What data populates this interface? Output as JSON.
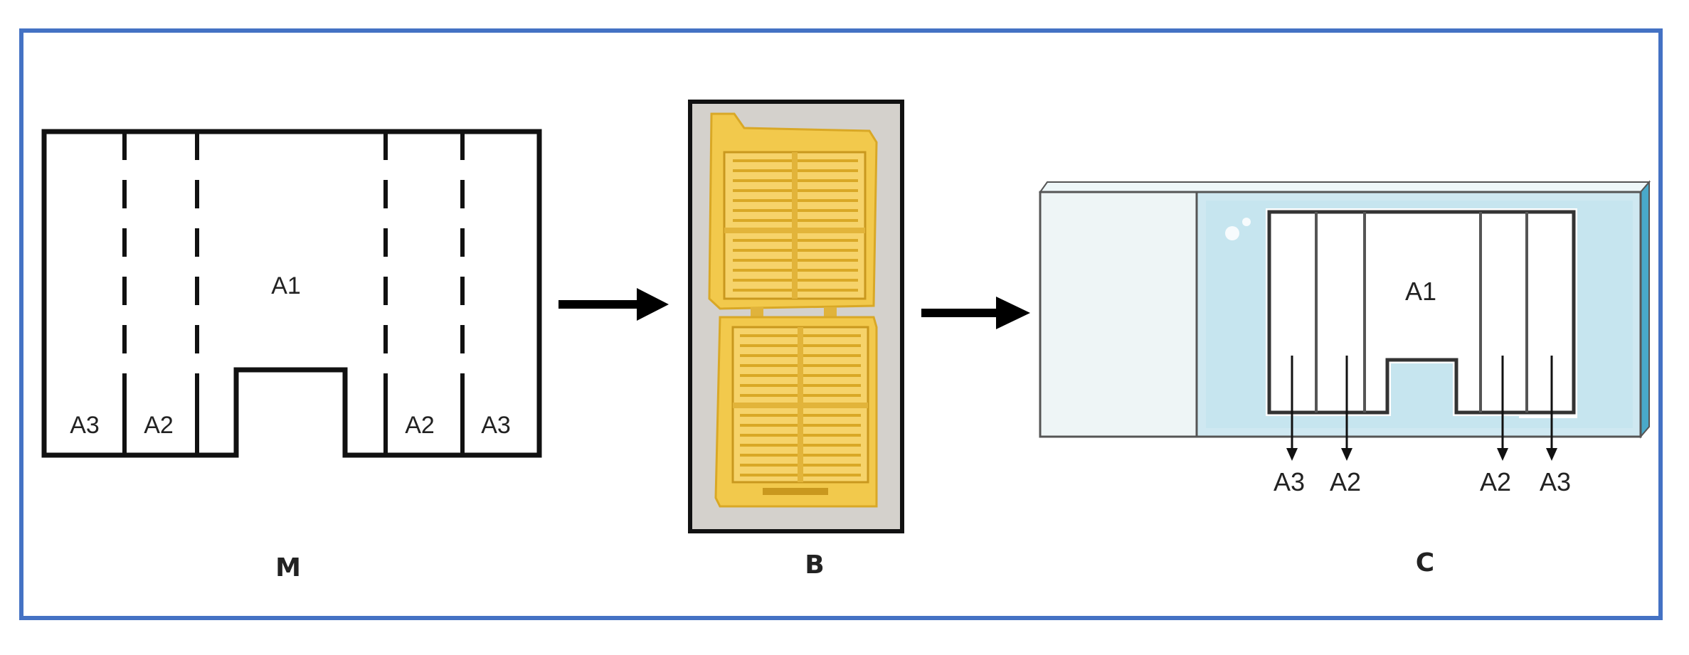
{
  "panel_m": {
    "caption": "M",
    "center_label": "A1",
    "bottom_labels": [
      "A3",
      "A2",
      "A2",
      "A3"
    ]
  },
  "panel_b": {
    "caption": "B"
  },
  "panel_c": {
    "caption": "C",
    "center_label": "A1",
    "bottom_labels": [
      "A3",
      "A2",
      "A2",
      "A3"
    ]
  },
  "colors": {
    "frame_border": "#4472c4",
    "cassette_yellow": "#f2c94c",
    "slide_blue": "#cfe8f1",
    "slide_edge": "#49a9c9"
  },
  "icons": {
    "arrow_1": "right-arrow-icon",
    "arrow_2": "right-arrow-icon"
  }
}
